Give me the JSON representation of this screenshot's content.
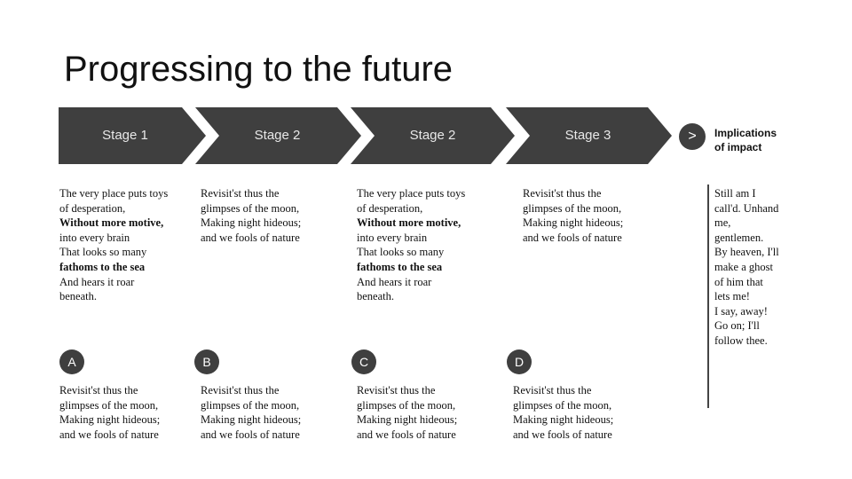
{
  "title": "Progressing to the future",
  "stages": [
    "Stage 1",
    "Stage 2",
    "Stage 2",
    "Stage 3"
  ],
  "arrow_glyph": ">",
  "implications": {
    "heading_line1": "Implications",
    "heading_line2": "of impact",
    "lines": [
      "Still am I",
      "call'd. Unhand",
      "me,",
      "gentlemen.",
      "By heaven, I'll",
      "make a ghost",
      "of him that",
      "lets me!",
      "I say, away!",
      "Go on; I'll",
      "follow thee."
    ]
  },
  "stage_text": {
    "long": [
      "The very place puts toys",
      "of desperation,",
      "Without more motive,",
      "into every brain",
      "That looks so many",
      "fathoms to the sea",
      "And hears it roar",
      "beneath."
    ],
    "short": [
      "Revisit'st thus the",
      "glimpses of the moon,",
      "Making night hideous;",
      "and we fools of nature"
    ]
  },
  "badges": [
    "A",
    "B",
    "C",
    "D"
  ],
  "badge_text": [
    "Revisit'st thus the",
    "glimpses of the moon,",
    "Making night hideous;",
    "and we fools of nature"
  ],
  "colors": {
    "chevron": "#3f3f3f",
    "label": "#e8e8e8",
    "background": "#ffffff"
  }
}
